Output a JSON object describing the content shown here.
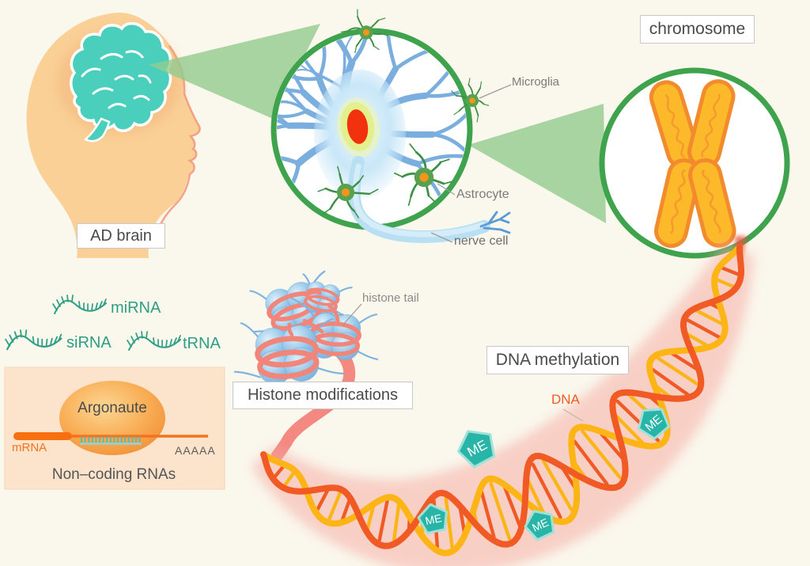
{
  "colors": {
    "background": "#FAF7EC",
    "green_ring": "#3FA24C",
    "beam_green": "#93CB8F",
    "brain_teal": "#49CFBC",
    "head_peach": "#FAD096",
    "face_line": "#F29B82",
    "chromosome_fill": "#FCB929",
    "chromosome_outline": "#F28A2E",
    "chromosome_squiggle": "#F59A2E",
    "dna_orange": "#F15A24",
    "dna_yellow": "#FDB515",
    "band_pink": "#F5A8A0",
    "ribbon_pink": "#F2837B",
    "methyl_teal": "#28B5A8",
    "methyl_edge": "#9FE2DA",
    "histone_blue": "#8FC3E8",
    "histone_strand": "#F2857A",
    "glia_green": "#57A24E",
    "glia_center": "#F7941D",
    "panel_bg": "#FBE4CB",
    "rna_teal": "#2F9E85",
    "nucleus_red": "#F2320F",
    "nucleus_halo": "#E3F08C",
    "neuron_blue": "#79AEDE",
    "axon_blue": "#B9DFF3",
    "label_gray": "#7B7B7B",
    "box_text": "#4A4A4A"
  },
  "boxes": {
    "ad_brain": "AD brain",
    "chromosome": "chromosome",
    "histone_modifications": "Histone modifications",
    "dna_methylation": "DNA methylation"
  },
  "callouts": {
    "microglia": "Microglia",
    "astrocyte": "Astrocyte",
    "nerve_cell": "nerve cell",
    "histone_tail": "histone tail",
    "dna": "DNA"
  },
  "rna": {
    "mirna": "miRNA",
    "sirna": "siRNA",
    "trna": "tRNA"
  },
  "panel": {
    "argonaute": "Argonaute",
    "mrna": "mRNA",
    "poly_a": "AAAAA",
    "title": "Non–coding RNAs"
  },
  "badges": {
    "methyl_label": "ME",
    "count": 4
  }
}
